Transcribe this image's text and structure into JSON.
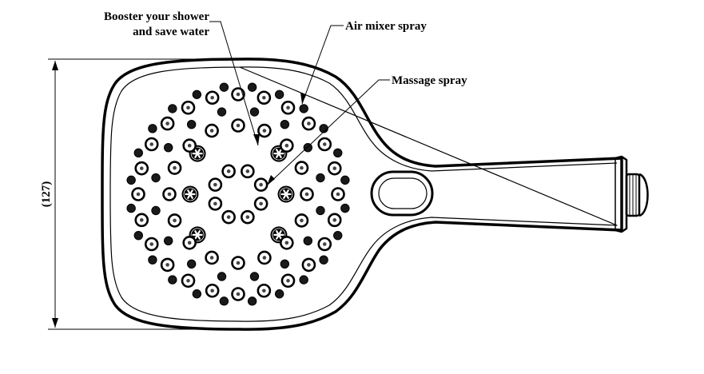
{
  "labels": {
    "booster_line1": "Booster your shower",
    "booster_line2": "and save water",
    "air_mixer": "Air mixer spray",
    "massage": "Massage spray"
  },
  "dimension": {
    "height": "(127)"
  }
}
